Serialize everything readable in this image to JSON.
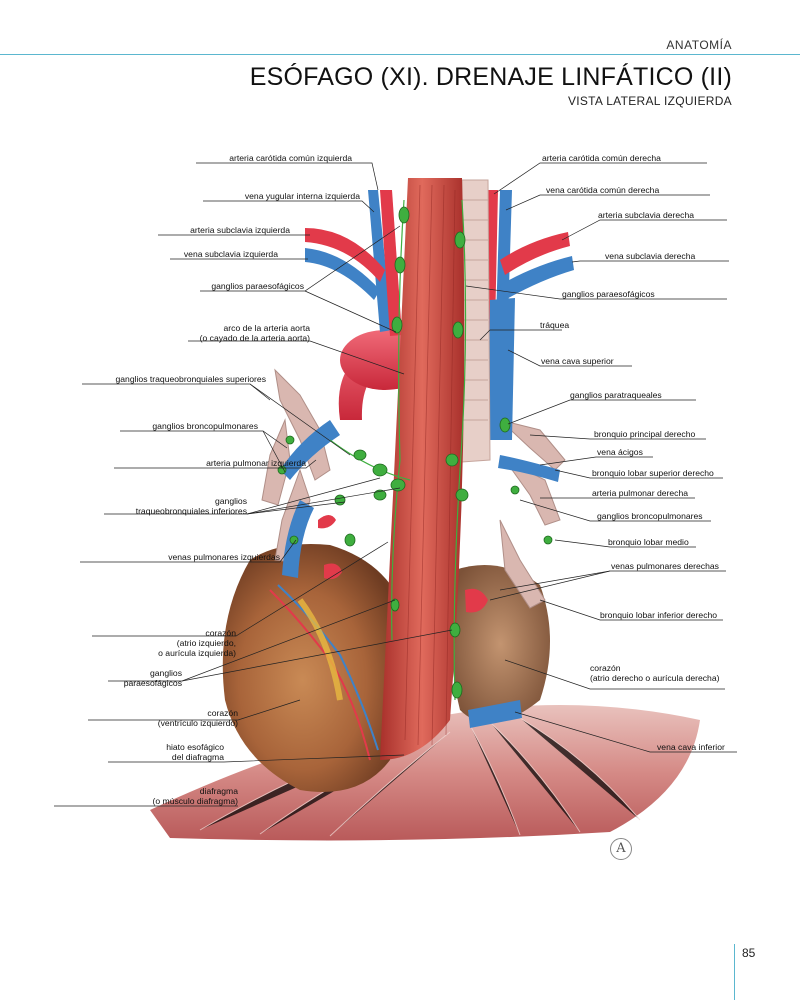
{
  "header": {
    "section": "ANATOMÍA",
    "title": "ESÓFAGO (XI). DRENAJE LINFÁTICO (II)",
    "subtitle": "VISTA LATERAL IZQUIERDA"
  },
  "labels_left": [
    {
      "text": "arteria carótida común izquierda"
    },
    {
      "text": "vena yugular interna izquierda"
    },
    {
      "text": "arteria subclavia izquierda"
    },
    {
      "text": "vena subclavia izquierda"
    },
    {
      "text": "ganglios paraesofágicos"
    },
    {
      "text": "arco de la arteria aorta\n(o cayado de la arteria aorta)"
    },
    {
      "text": "ganglios traqueobronquiales superiores"
    },
    {
      "text": "ganglios broncopulmonares"
    },
    {
      "text": "arteria pulmonar izquierda"
    },
    {
      "text": "ganglios\ntraqueobronquiales inferiores"
    },
    {
      "text": "venas pulmonares izquierdas"
    },
    {
      "text": "corazón\n(atrio izquierdo,\no aurícula izquierda)"
    },
    {
      "text": "ganglios\nparaesofágicos"
    },
    {
      "text": "corazón\n(ventrículo izquierdo)"
    },
    {
      "text": "hiato esofágico\ndel diafragma"
    },
    {
      "text": "diafragma\n(o músculo diafragma)"
    }
  ],
  "labels_right": [
    {
      "text": "arteria carótida común derecha"
    },
    {
      "text": "vena carótida común derecha"
    },
    {
      "text": "arteria subclavia derecha"
    },
    {
      "text": "vena subclavia derecha"
    },
    {
      "text": "ganglios paraesofágicos"
    },
    {
      "text": "tráquea"
    },
    {
      "text": "vena cava superior"
    },
    {
      "text": "ganglios paratraqueales"
    },
    {
      "text": "bronquio principal derecho"
    },
    {
      "text": "vena ácigos"
    },
    {
      "text": "bronquio lobar superior derecho"
    },
    {
      "text": "arteria pulmonar derecha"
    },
    {
      "text": "ganglios broncopulmonares"
    },
    {
      "text": "bronquio lobar medio"
    },
    {
      "text": "venas pulmonares derechas"
    },
    {
      "text": "bronquio lobar inferior derecho"
    },
    {
      "text": "corazón\n(atrio derecho o aurícula derecha)"
    },
    {
      "text": "vena cava inferior"
    }
  ],
  "footer": {
    "page_number": "85",
    "logo_letter": "A"
  },
  "colors": {
    "artery": "#e23a4a",
    "vein": "#3f82c6",
    "lymph": "#3fae3f",
    "esophagus": "#c8463d",
    "heart": "#a8643a",
    "accent_line": "#5bb7cf"
  }
}
